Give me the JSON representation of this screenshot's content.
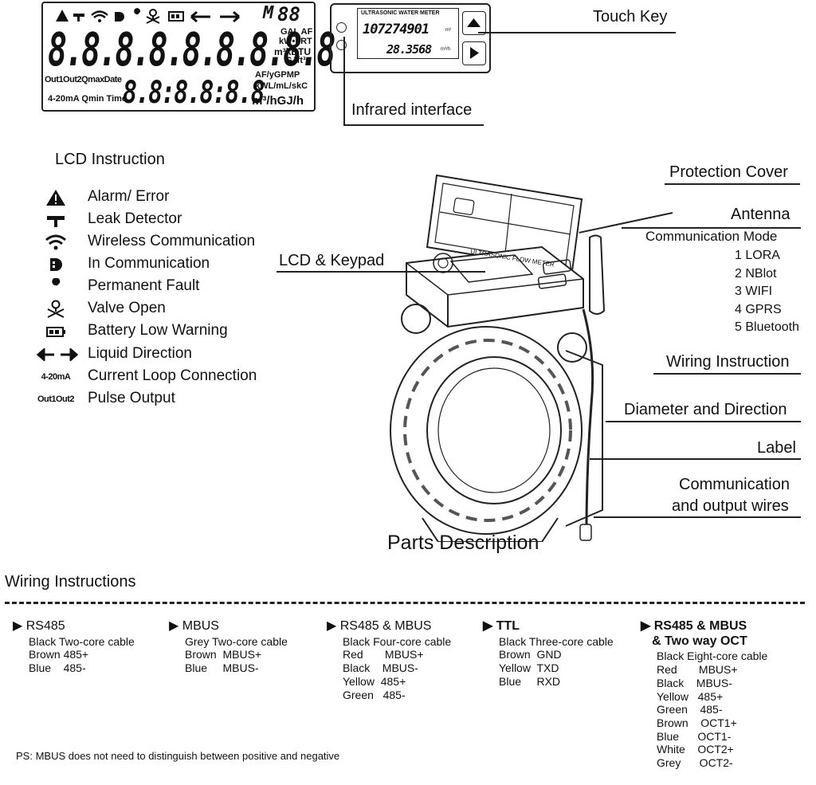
{
  "lcd_display": {
    "top_icons_text": "M",
    "top_digits": "88",
    "main_digits": "8.8.8.8.8.8.8.8.8",
    "unit_top_1": "GAL AF",
    "unit_top_2": "kW•hRT",
    "unit_top_3": "m³kBTU",
    "unit_top_4": "GJft³",
    "left_labels_1": "Out1Out2QmaxDate",
    "left_labels_2": "4-20mA Qmin Time",
    "second_digits": "8.8:8.8:8.8",
    "unit_bot_1": "AF/yGPMP",
    "unit_bot_2": "kWL/mL/skC",
    "unit_bot_3": "m³/hGJ/h"
  },
  "meter_face": {
    "title": "ULTRASONIC WATER METER",
    "reading_1": "107274901",
    "reading_1_unit": "m³",
    "reading_2": "28.3568",
    "reading_2_unit": "m³/h"
  },
  "callouts": {
    "touch_key": "Touch Key",
    "infrared": "Infrared interface",
    "protection_cover": "Protection Cover",
    "antenna": "Antenna",
    "communication_mode_title": "Communication Mode",
    "lcd_keypad": "LCD & Keypad",
    "wiring_instruction": "Wiring Instruction",
    "diameter_direction": "Diameter and Direction",
    "label": "Label",
    "comm_wires_1": "Communication",
    "comm_wires_2": "and output wires"
  },
  "communication_modes": [
    "1  LORA",
    "2  NBlot",
    "3  WIFI",
    "4  GPRS",
    "5  Bluetooth"
  ],
  "device_label": "ULTRASONIC FLOW METER",
  "lcd_instruction": {
    "title": "LCD Instruction",
    "items": [
      {
        "icon": "alarm-icon",
        "label": "Alarm/ Error"
      },
      {
        "icon": "leak-icon",
        "label": "Leak Detector"
      },
      {
        "icon": "wifi-icon",
        "label": "Wireless Communication"
      },
      {
        "icon": "communication-icon",
        "label": "In Communication"
      },
      {
        "icon": "wrench-icon",
        "label": "Permanent Fault"
      },
      {
        "icon": "valve-icon",
        "label": "Valve Open"
      },
      {
        "icon": "battery-icon",
        "label": "Battery Low Warning"
      },
      {
        "icon": "direction-icon",
        "label": "Liquid Direction"
      },
      {
        "icon": "current-loop-icon",
        "icon_text": "4-20mA",
        "label": "Current Loop Connection"
      },
      {
        "icon": "pulse-icon",
        "icon_text": "Out1Out2",
        "label": "Pulse Output"
      }
    ]
  },
  "parts_title": "Parts Description",
  "wiring": {
    "title": "Wiring Instructions",
    "columns": [
      {
        "header": "RS485",
        "cable": "Black Two-core cable",
        "rows": [
          "Brown 485+",
          "Blue    485-"
        ]
      },
      {
        "header": "MBUS",
        "cable": "Grey Two-core cable",
        "rows": [
          "Brown  MBUS+",
          "Blue     MBUS-"
        ]
      },
      {
        "header": "RS485 & MBUS",
        "cable": "Black Four-core cable",
        "rows": [
          "Red       MBUS+",
          "Black    MBUS-",
          "Yellow  485+",
          "Green   485-"
        ]
      },
      {
        "header": "TTL",
        "cable": "Black Three-core cable",
        "rows": [
          "Brown  GND",
          "Yellow  TXD",
          "Blue     RXD"
        ]
      },
      {
        "header": "RS485 & MBUS",
        "header2": "& Two way OCT",
        "cable": "Black Eight-core cable",
        "rows": [
          "Red       MBUS+",
          "Black    MBUS-",
          "Yellow   485+",
          "Green    485-",
          "Brown    OCT1+",
          "Blue      OCT1-",
          "White    OCT2+",
          "Grey      OCT2-"
        ]
      }
    ],
    "note": "PS: MBUS does not need to distinguish between positive and negative"
  }
}
